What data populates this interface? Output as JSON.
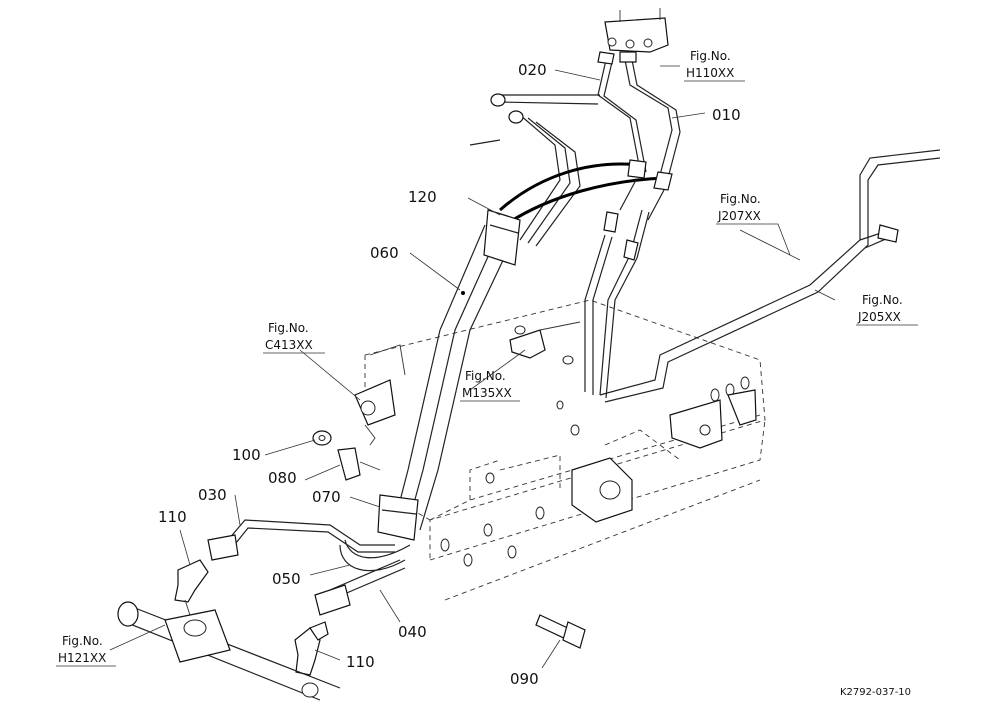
{
  "diagram_code": "K2792-037-10",
  "part_labels": {
    "p010": "010",
    "p020": "020",
    "p030": "030",
    "p040": "040",
    "p050": "050",
    "p060": "060",
    "p070": "070",
    "p080": "080",
    "p090": "090",
    "p100": "100",
    "p110a": "110",
    "p110b": "110",
    "p120": "120"
  },
  "fig_refs": {
    "h110": {
      "title": "Fig.No.",
      "code": "H110XX"
    },
    "j207": {
      "title": "Fig.No.",
      "code": "J207XX"
    },
    "j205": {
      "title": "Fig.No.",
      "code": "J205XX"
    },
    "c413": {
      "title": "Fig.No.",
      "code": "C413XX"
    },
    "m135": {
      "title": "Fig.No.",
      "code": "M135XX"
    },
    "h121": {
      "title": "Fig.No.",
      "code": "H121XX"
    }
  }
}
